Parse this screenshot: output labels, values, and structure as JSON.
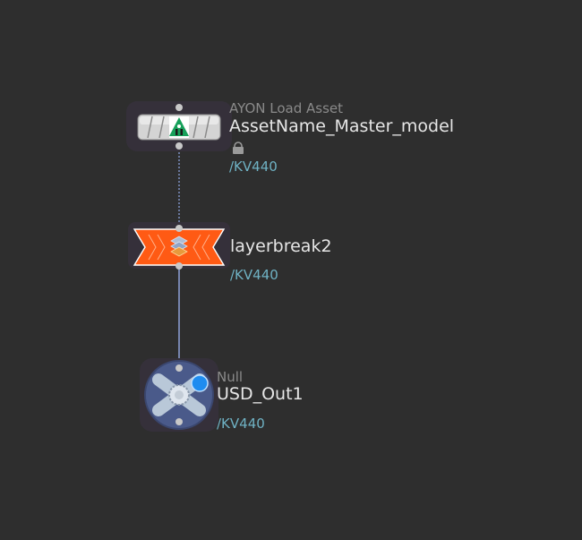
{
  "colors": {
    "background": "#2e2e2e",
    "context_path": "#6fb2c4",
    "layerbreak_orange": "#ff5a14",
    "null_blue": "#4a5a8a",
    "ayon_green": "#17a05a",
    "wire_selected": "#8fa0d8"
  },
  "nodes": {
    "load_asset": {
      "type_label": "AYON Load Asset",
      "name": "AssetName_Master_model",
      "context": "/KV440",
      "icon": "ayon-logo-icon",
      "locked": true
    },
    "layerbreak": {
      "name": "layerbreak2",
      "context": "/KV440",
      "icon": "layer-stack-icon"
    },
    "null": {
      "type_label": "Null",
      "name": "USD_Out1",
      "context": "/KV440",
      "icon": "null-cross-icon"
    }
  }
}
